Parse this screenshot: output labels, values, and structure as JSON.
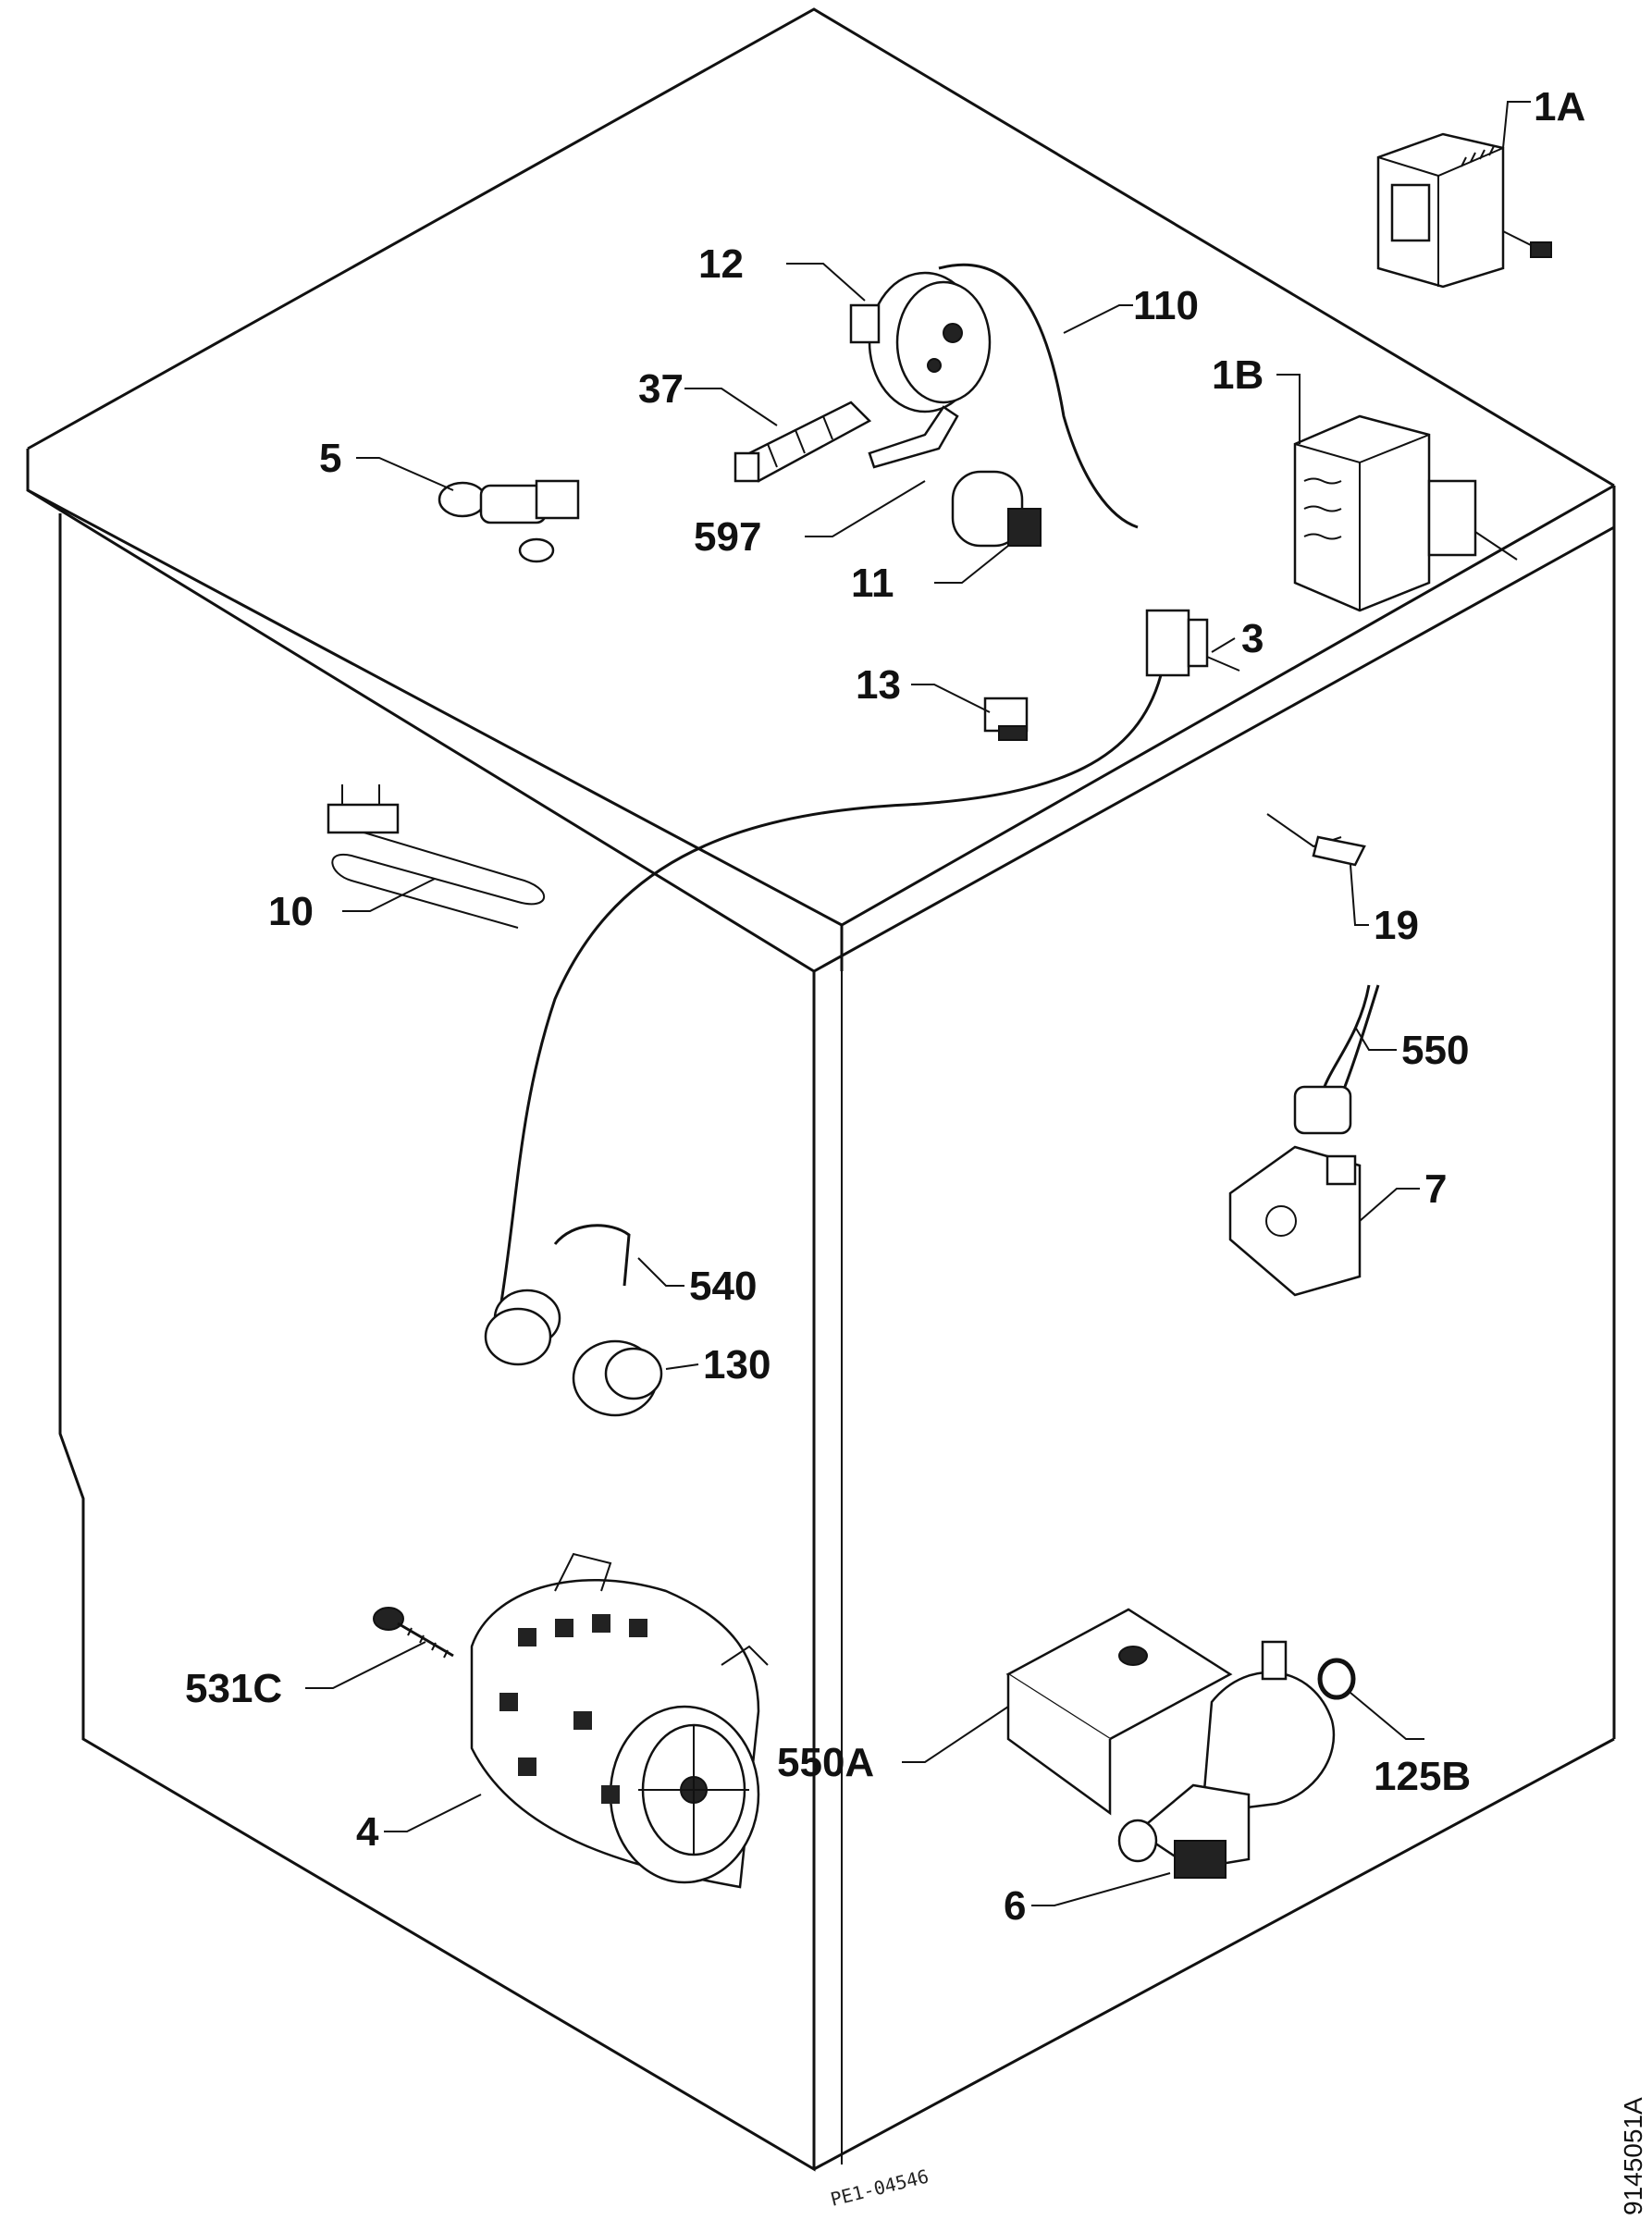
{
  "labels": {
    "l1A": "1A",
    "l12": "12",
    "l110": "110",
    "l1B": "1B",
    "l37": "37",
    "l5": "5",
    "l597": "597",
    "l11": "11",
    "l3": "3",
    "l13": "13",
    "l10": "10",
    "l19": "19",
    "l550": "550",
    "l7": "7",
    "l540": "540",
    "l130": "130",
    "l531C": "531C",
    "l550A": "550A",
    "l125B": "125B",
    "l4": "4",
    "l6": "6"
  },
  "drawing_number": "PE1-04546",
  "document_code": "9145051A"
}
